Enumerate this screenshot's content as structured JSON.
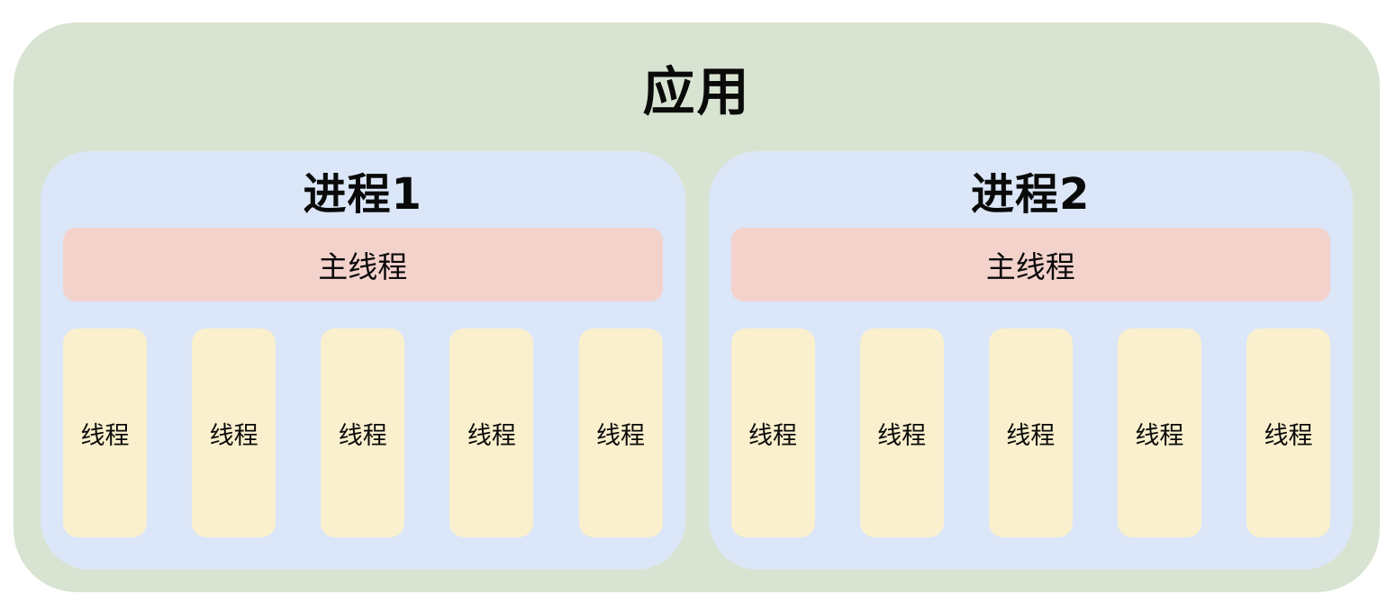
{
  "app": {
    "title": "应用",
    "colors": {
      "green": "#d8e4d1",
      "blue": "#dbe6f8",
      "pink": "#f3d2cb",
      "yellow": "#faf0cd",
      "text": "#0a0a0a",
      "page_background": "#ffffff"
    },
    "processes": [
      {
        "title": "进程1",
        "main_thread": "主线程",
        "threads": [
          "线程",
          "线程",
          "线程",
          "线程",
          "线程"
        ]
      },
      {
        "title": "进程2",
        "main_thread": "主线程",
        "threads": [
          "线程",
          "线程",
          "线程",
          "线程",
          "线程"
        ]
      }
    ]
  }
}
